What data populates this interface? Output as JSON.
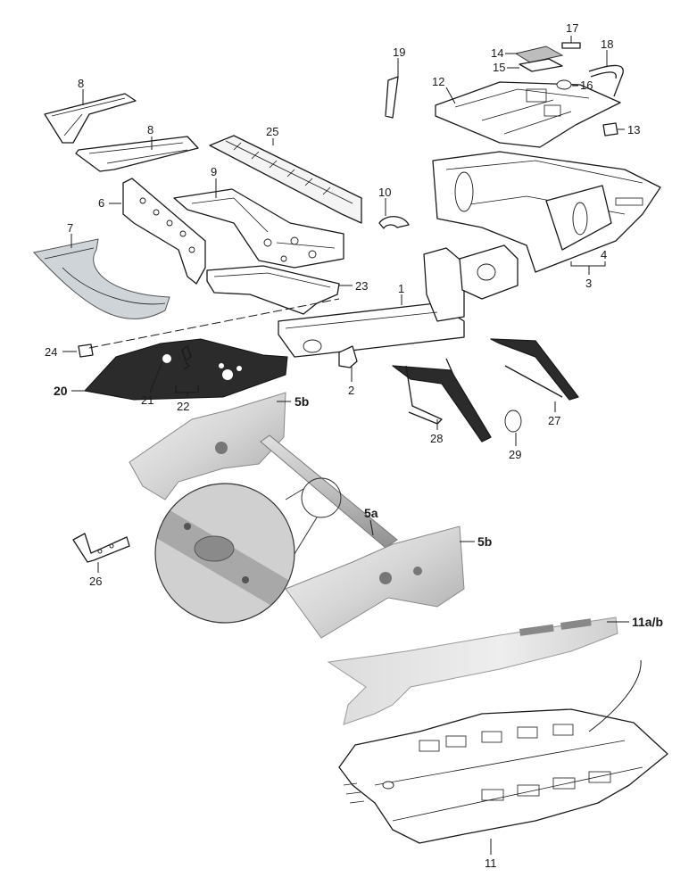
{
  "callouts": {
    "c1": "1",
    "c2": "2",
    "c3": "3",
    "c4": "4",
    "c5a": "5a",
    "c5b_top": "5b",
    "c5b_bottom": "5b",
    "c6": "6",
    "c7": "7",
    "c8_top": "8",
    "c8_bottom": "8",
    "c9": "9",
    "c10": "10",
    "c11": "11",
    "c11ab": "11a/b",
    "c12": "12",
    "c13": "13",
    "c14": "14",
    "c15": "15",
    "c16": "16",
    "c17": "17",
    "c18": "18",
    "c19": "19",
    "c20": "20",
    "c21": "21",
    "c22": "22",
    "c23": "23",
    "c24": "24",
    "c25": "25",
    "c26": "26",
    "c27": "27",
    "c28": "28",
    "c29": "29"
  },
  "colors": {
    "line": "#1a1a1a",
    "dark_part": "#2b2b2b",
    "steel_light": "#e6e6e6",
    "steel_mid": "#c9c9c9",
    "steel_dark": "#9a9a9a",
    "background": "#ffffff"
  }
}
